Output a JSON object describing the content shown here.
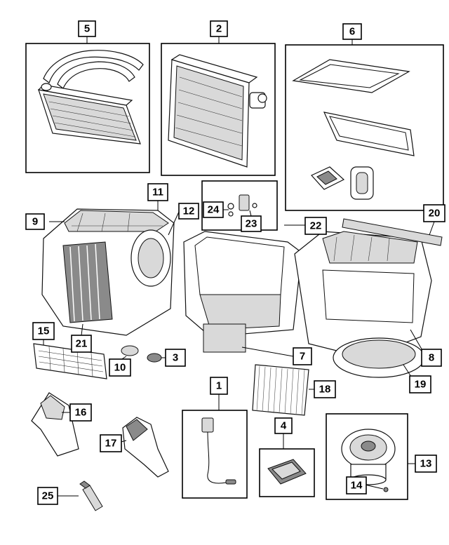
{
  "callouts": [
    {
      "id": "c5",
      "label": "5"
    },
    {
      "id": "c2",
      "label": "2"
    },
    {
      "id": "c6",
      "label": "6"
    },
    {
      "id": "c11",
      "label": "11"
    },
    {
      "id": "c9",
      "label": "9"
    },
    {
      "id": "c12",
      "label": "12"
    },
    {
      "id": "c24",
      "label": "24"
    },
    {
      "id": "c23",
      "label": "23"
    },
    {
      "id": "c22",
      "label": "22"
    },
    {
      "id": "c20",
      "label": "20"
    },
    {
      "id": "c15",
      "label": "15"
    },
    {
      "id": "c21",
      "label": "21"
    },
    {
      "id": "c10",
      "label": "10"
    },
    {
      "id": "c3",
      "label": "3"
    },
    {
      "id": "c7",
      "label": "7"
    },
    {
      "id": "c8",
      "label": "8"
    },
    {
      "id": "c19",
      "label": "19"
    },
    {
      "id": "c1",
      "label": "1"
    },
    {
      "id": "c18",
      "label": "18"
    },
    {
      "id": "c16",
      "label": "16"
    },
    {
      "id": "c17",
      "label": "17"
    },
    {
      "id": "c4",
      "label": "4"
    },
    {
      "id": "c13",
      "label": "13"
    },
    {
      "id": "c14",
      "label": "14"
    },
    {
      "id": "c25",
      "label": "25"
    }
  ],
  "parts_shown": [
    "heater-core",
    "evaporator-core",
    "seal-kit",
    "actuator",
    "blower-motor-resistor",
    "temperature-sensor",
    "cabin-air-filter",
    "blower-motor",
    "hvac-housing",
    "drain-tube",
    "sealant-tube"
  ]
}
